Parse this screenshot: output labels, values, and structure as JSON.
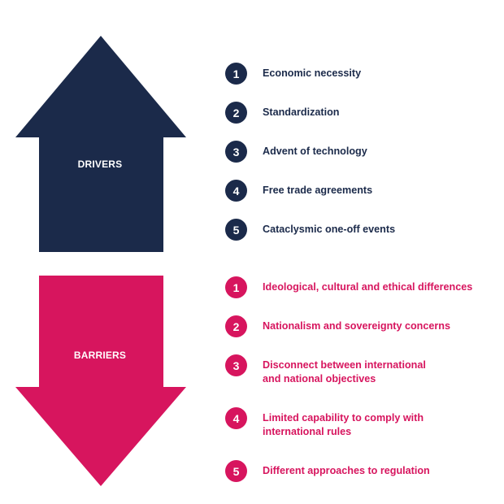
{
  "colors": {
    "drivers": "#1b2a4a",
    "barriers": "#d7155e"
  },
  "drivers": {
    "label": "DRIVERS",
    "items": [
      {
        "num": "1",
        "text": "Economic necessity"
      },
      {
        "num": "2",
        "text": "Standardization"
      },
      {
        "num": "3",
        "text": "Advent of technology"
      },
      {
        "num": "4",
        "text": "Free trade agreements"
      },
      {
        "num": "5",
        "text": "Cataclysmic one-off events"
      }
    ]
  },
  "barriers": {
    "label": "BARRIERS",
    "items": [
      {
        "num": "1",
        "text": "Ideological, cultural and ethical differences"
      },
      {
        "num": "2",
        "text": "Nationalism and sovereignty concerns"
      },
      {
        "num": "3",
        "text": "Disconnect between international\nand national objectives"
      },
      {
        "num": "4",
        "text": "Limited capability to comply with\ninternational rules"
      },
      {
        "num": "5",
        "text": "Different approaches to regulation"
      }
    ]
  }
}
